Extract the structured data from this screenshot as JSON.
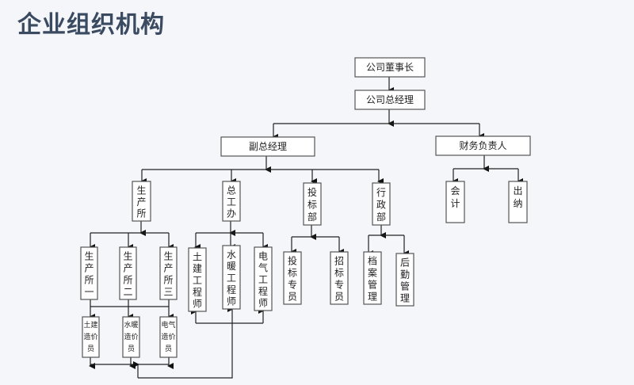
{
  "page": {
    "title": "企业组织机构"
  },
  "nodes": {
    "chairman": "公司董事长",
    "gm": "公司总经理",
    "deputy_gm": "副总经理",
    "finance_head": "财务负责人",
    "production": "生产所",
    "chief_engineer_office": "总工办",
    "bidding_dept": "投标部",
    "admin_dept": "行政部",
    "accountant": "会计",
    "cashier": "出纳",
    "production_1": "生产所一",
    "production_2": "生产所二",
    "production_3": "生产所三",
    "civil_engineer": "土建工程师",
    "hvac_engineer": "水暖工程师",
    "electrical_engineer": "电气工程师",
    "bid_specialist": "投标专员",
    "tender_specialist": "招标专员",
    "archive_mgmt": "档案管理",
    "logistics_mgmt": "后勤管理",
    "civil_cost_estimator": "土建造价员",
    "hvac_cost_estimator": "水暖造价员",
    "electrical_cost_estimator": "电气造价员"
  }
}
